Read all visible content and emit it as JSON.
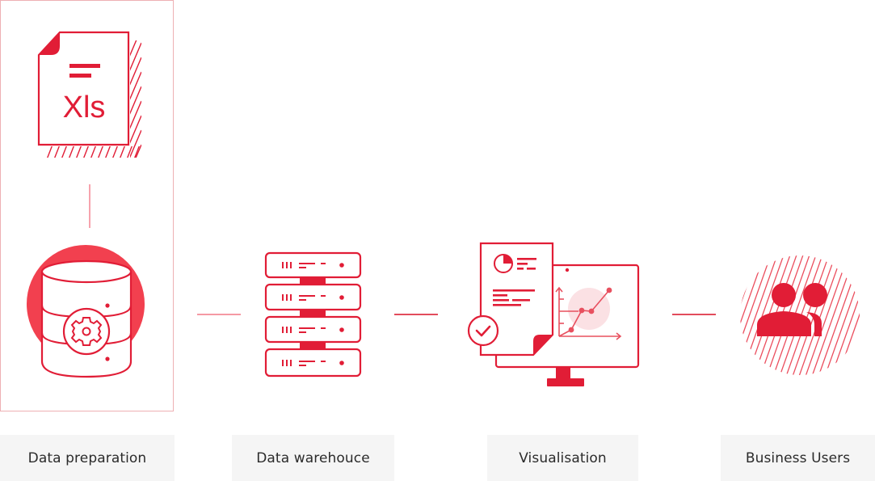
{
  "colors": {
    "accent": "#e11d36",
    "accent_light": "#f2404f",
    "soft_pink": "#fbe1e4",
    "connector": "#e24c5c",
    "panel_border": "#eeb0b4",
    "label_bg": "#f5f5f5",
    "label_text": "#2b2b2b"
  },
  "source_file": {
    "icon": "xls-file-icon",
    "text": "Xls"
  },
  "stages": [
    {
      "id": "data-preparation",
      "label": "Data preparation",
      "icon": "database-gear-icon"
    },
    {
      "id": "data-warehouse",
      "label": "Data warehouce",
      "icon": "server-rack-icon"
    },
    {
      "id": "visualisation",
      "label": "Visualisation",
      "icon": "report-monitor-chart-icon"
    },
    {
      "id": "business-users",
      "label": "Business Users",
      "icon": "users-icon"
    }
  ]
}
